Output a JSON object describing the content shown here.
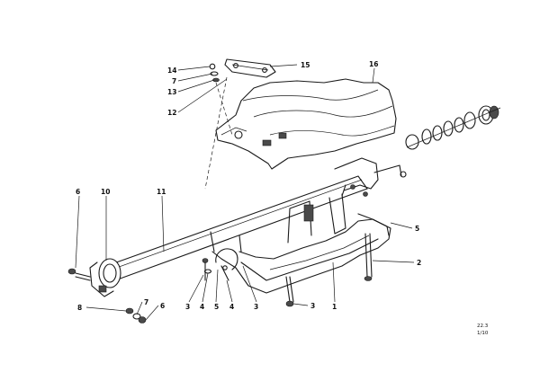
{
  "callouts": {
    "c14": "14",
    "c7a": "7",
    "c13": "13",
    "c12": "12",
    "c15": "15",
    "c16": "16",
    "c6a": "6",
    "c10": "10",
    "c11": "11",
    "c5r": "5",
    "c2": "2",
    "c3a": "3",
    "c4a": "4",
    "c5b": "5",
    "c4b": "4",
    "c3b": "3",
    "c3c": "3",
    "c1": "1",
    "c8": "8",
    "c7b": "7",
    "c6b": "6"
  },
  "drawing_code": {
    "line1": "22.3",
    "line2": "1/10"
  }
}
